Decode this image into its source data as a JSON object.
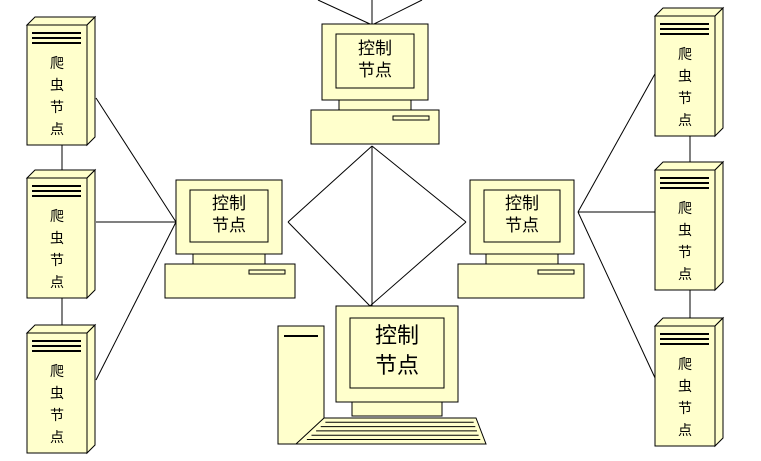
{
  "colors": {
    "fill": "#FFFFCC",
    "stroke": "#000000",
    "line": "#000000"
  },
  "diagram": {
    "control_node_label": [
      "控制",
      "节点"
    ],
    "crawler_node_label": [
      "爬",
      "虫",
      "节",
      "点"
    ]
  }
}
